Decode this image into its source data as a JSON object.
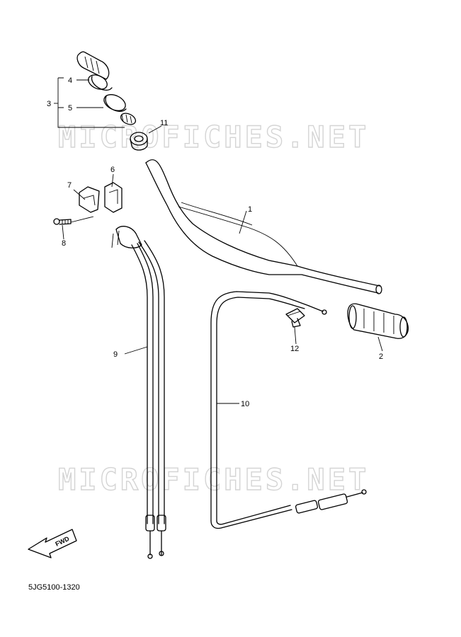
{
  "diagram": {
    "part_code": "5JG5100-1320",
    "watermark": "MICROFICHES.NET",
    "fwd_label": "FWD",
    "callouts": {
      "c1": "1",
      "c2": "2",
      "c3": "3",
      "c4": "4",
      "c5": "5",
      "c6": "6",
      "c7": "7",
      "c8": "8",
      "c9": "9",
      "c10": "10",
      "c11": "11",
      "c12": "12"
    }
  }
}
